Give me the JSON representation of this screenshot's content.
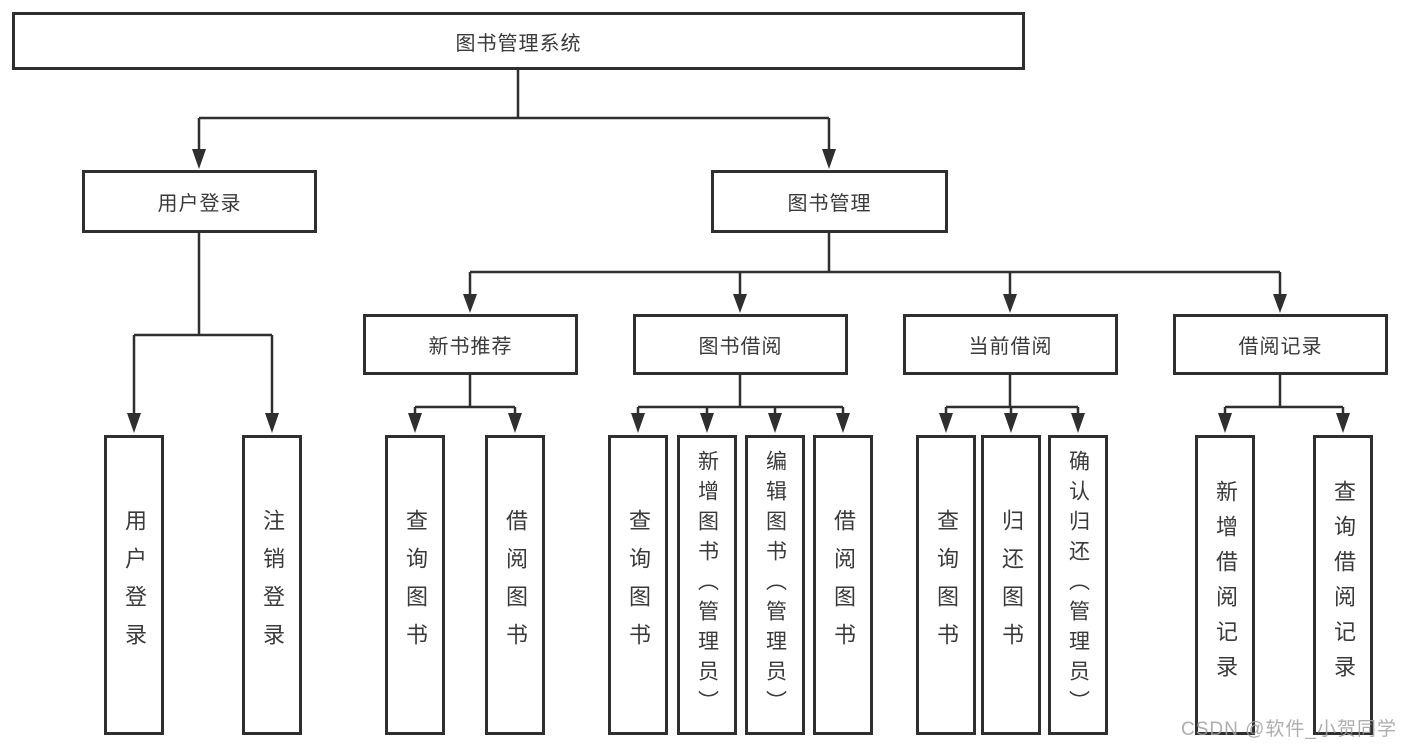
{
  "colors": {
    "line": "#2f2f2f",
    "box_border": "#2f2f2f",
    "text": "#3a3a3a",
    "background": "#ffffff",
    "watermark": "#a0a0a0"
  },
  "watermark": "CSDN @软件_小贺同学",
  "tree": {
    "label": "图书管理系统",
    "children": [
      {
        "label": "用户登录",
        "children": [
          {
            "label": "用户登录"
          },
          {
            "label": "注销登录"
          }
        ]
      },
      {
        "label": "图书管理",
        "children": [
          {
            "label": "新书推荐",
            "children": [
              {
                "label": "查询图书"
              },
              {
                "label": "借阅图书"
              }
            ]
          },
          {
            "label": "图书借阅",
            "children": [
              {
                "label": "查询图书"
              },
              {
                "label": "新增图书（管理员）"
              },
              {
                "label": "编辑图书（管理员）"
              },
              {
                "label": "借阅图书"
              }
            ]
          },
          {
            "label": "当前借阅",
            "children": [
              {
                "label": "查询图书"
              },
              {
                "label": "归还图书"
              },
              {
                "label": "确认归还（管理员）"
              }
            ]
          },
          {
            "label": "借阅记录",
            "children": [
              {
                "label": "新增借阅记录"
              },
              {
                "label": "查询借阅记录"
              }
            ]
          }
        ]
      }
    ]
  }
}
